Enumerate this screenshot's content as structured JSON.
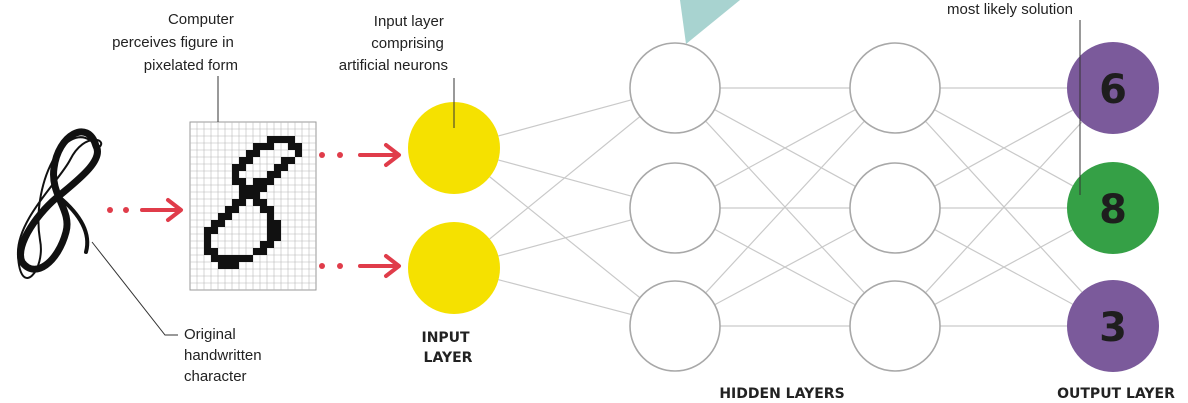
{
  "annotations": {
    "computer": [
      "Computer",
      "perceives figure in",
      "pixelated form"
    ],
    "input_layer": [
      "Input layer",
      "comprising",
      "artificial neurons"
    ],
    "original": [
      "Original",
      "handwritten",
      "character"
    ],
    "most_likely": "most likely solution"
  },
  "layers": {
    "input": [
      "INPUT",
      "LAYER"
    ],
    "hidden": "HIDDEN LAYERS",
    "output": "OUTPUT LAYER"
  },
  "outputs": [
    {
      "value": "6",
      "color": "#7b5a9b"
    },
    {
      "value": "8",
      "color": "#35a046"
    },
    {
      "value": "3",
      "color": "#7b5a9b"
    }
  ],
  "colors": {
    "input_node": "#f5e100",
    "arrow": "#e03c4a",
    "teal_callout": "#a8d3d0"
  },
  "handwritten_character": "8"
}
